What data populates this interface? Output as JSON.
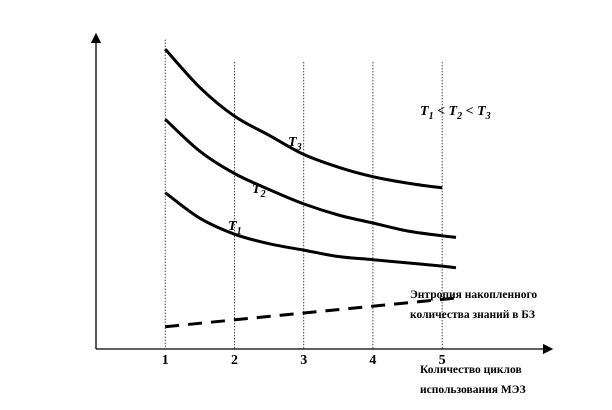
{
  "chart_data": {
    "type": "line",
    "title": "",
    "x_ticks": [
      "1",
      "2",
      "3",
      "4",
      "5"
    ],
    "xlim": [
      0,
      6.5
    ],
    "ylim": [
      0,
      10
    ],
    "grid": "vertical dotted lines at x = 1..5",
    "legend": "relation text at top-right",
    "relation": {
      "T1": "T",
      "T1_sub": "1",
      "lt1": " < ",
      "T2": "T",
      "T2_sub": "2",
      "lt2": " < ",
      "T3": "T",
      "T3_sub": "3"
    },
    "xlabel_lines": [
      "Количество циклов",
      "использования МЭЗ"
    ],
    "annotation_lines": [
      "Энтропия накопленного",
      "количества знаний в БЗ"
    ],
    "series": [
      {
        "name": "T3",
        "label_main": "T",
        "label_sub": "3",
        "x": [
          1,
          1.5,
          2,
          2.5,
          3,
          3.5,
          4,
          4.5,
          5
        ],
        "y": [
          9.4,
          8.2,
          7.3,
          6.7,
          6.1,
          5.7,
          5.4,
          5.2,
          5.05
        ]
      },
      {
        "name": "T2",
        "label_main": "T",
        "label_sub": "2",
        "x": [
          1,
          1.5,
          2,
          2.5,
          3,
          3.5,
          4,
          4.5,
          5,
          5.2
        ],
        "y": [
          7.2,
          6.2,
          5.5,
          5.0,
          4.55,
          4.2,
          3.95,
          3.7,
          3.55,
          3.5
        ]
      },
      {
        "name": "T1",
        "label_main": "T",
        "label_sub": "1",
        "x": [
          1,
          1.5,
          2,
          2.5,
          3,
          3.5,
          4,
          4.5,
          5,
          5.2
        ],
        "y": [
          4.9,
          4.1,
          3.6,
          3.3,
          3.1,
          2.9,
          2.8,
          2.7,
          2.6,
          2.55
        ]
      },
      {
        "name": "entropy",
        "style": "dashed",
        "x": [
          1,
          5.2
        ],
        "y": [
          0.7,
          1.6
        ]
      }
    ]
  },
  "colors": {
    "line": "#000000",
    "grid": "#444444",
    "background": "#ffffff"
  }
}
